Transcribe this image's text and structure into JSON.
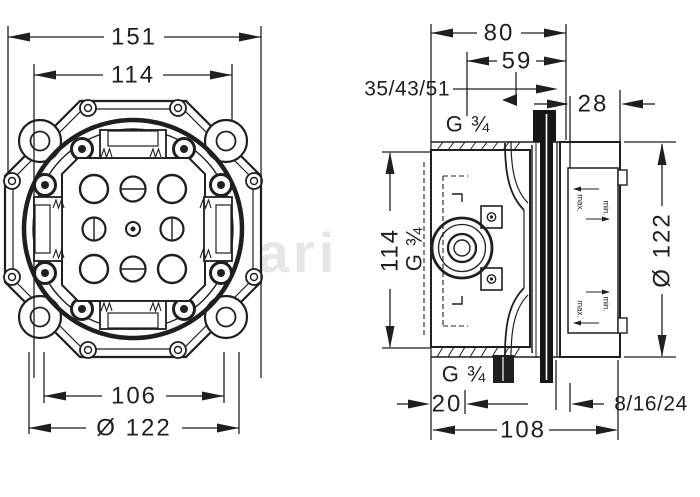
{
  "labels": {
    "front_width": "151",
    "front_inner_width": "114",
    "front_bottom_width": "106",
    "front_diameter": "Ø 122",
    "side_depth": "80",
    "side_inner_depth": "59",
    "tile_depth_range": "35/43/51",
    "sleeve_depth": "28",
    "side_height": "114",
    "side_diameter": "Ø 122",
    "port_top": "G ¾",
    "port_mid": "G ¾",
    "port_bottom": "G ¾",
    "bottom_offset": "20",
    "finish_depth_range": "8/16/24",
    "side_bottom_width": "108",
    "max_label": "max.",
    "min_label": "min."
  },
  "watermark": "ari",
  "colors": {
    "line": "#1f1f1f",
    "background": "#ffffff"
  }
}
